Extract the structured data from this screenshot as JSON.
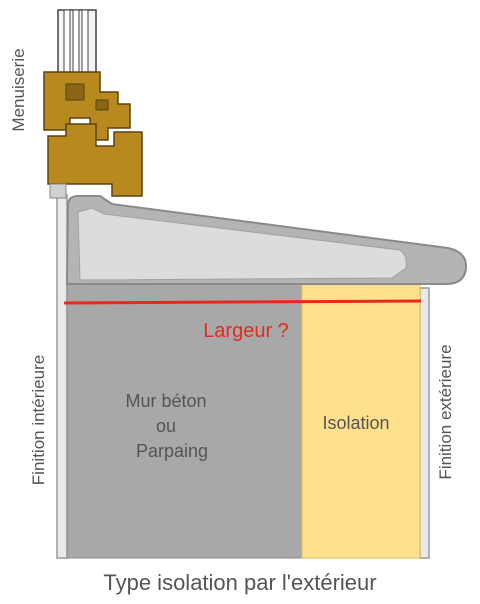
{
  "labels": {
    "menuiserie": "Menuiserie",
    "finition_interieure": "Finition intérieure",
    "finition_exterieure": "Finition extérieure",
    "largeur": "Largeur ?",
    "mur_line1": "Mur béton",
    "mur_line2": "ou",
    "mur_line3": "Parpaing",
    "isolation": "Isolation",
    "caption": "Type isolation par l'extérieur"
  },
  "colors": {
    "wood": "#b8891e",
    "wall": "#a8a8a8",
    "insulation": "#ffe08c",
    "sill": "#9a9a9a",
    "measure_line": "#e8291c"
  }
}
